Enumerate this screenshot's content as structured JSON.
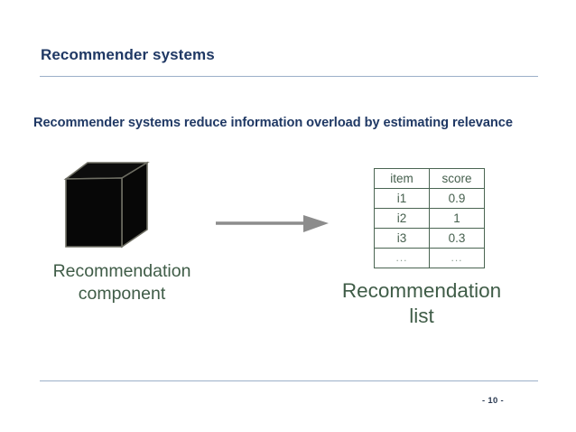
{
  "slide": {
    "title": "Recommender systems",
    "subtitle": "Recommender systems reduce information overload by estimating relevance",
    "page_number": "- 10 -",
    "colors": {
      "title": "#1F3864",
      "rule": "#9CB0C9",
      "caption": "#3F5C47",
      "table_border": "#4A6552",
      "table_text": "#46604E",
      "arrow": "#8C8C8C",
      "cube": "#0A0A0A",
      "background": "#FFFFFF"
    }
  },
  "diagram": {
    "component": {
      "shape": "black-3d-cube",
      "caption_line1": "Recommendation",
      "caption_line2": "component"
    },
    "flow": {
      "arrow_direction": "right"
    },
    "output": {
      "caption_line1": "Recommendation",
      "caption_line2": "list",
      "table": {
        "headers": [
          "item",
          "score"
        ],
        "rows": [
          [
            "i1",
            "0.9"
          ],
          [
            "i2",
            "1"
          ],
          [
            "i3",
            "0.3"
          ],
          [
            "...",
            "..."
          ]
        ]
      }
    }
  }
}
